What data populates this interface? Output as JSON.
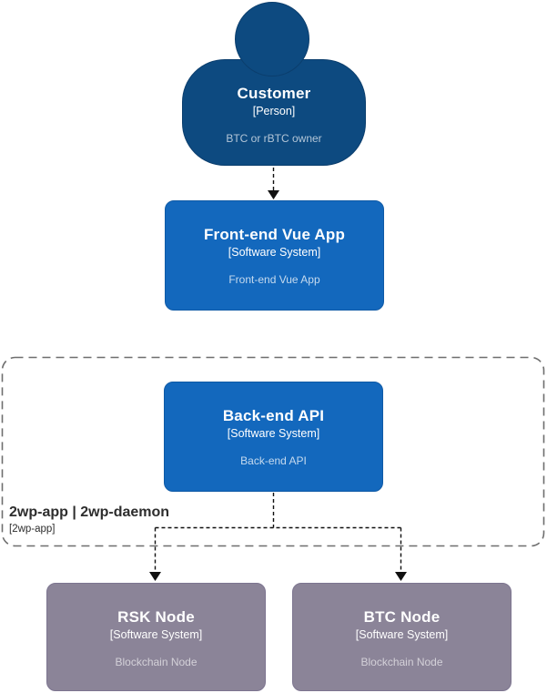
{
  "nodes": {
    "customer": {
      "title": "Customer",
      "meta": "[Person]",
      "description": "BTC or rBTC owner",
      "shape": "person",
      "fill": "#0d4a80"
    },
    "frontend": {
      "title": "Front-end Vue App",
      "meta": "[Software System]",
      "description": "Front-end Vue App",
      "shape": "rounded-box",
      "fill": "#1368bd"
    },
    "backend": {
      "title": "Back-end API",
      "meta": "[Software System]",
      "description": "Back-end API",
      "shape": "rounded-box",
      "fill": "#1368bd"
    },
    "rsk_node": {
      "title": "RSK Node",
      "meta": "[Software System]",
      "description": "Blockchain Node",
      "shape": "rounded-box",
      "fill": "#8b8498"
    },
    "btc_node": {
      "title": "BTC Node",
      "meta": "[Software System]",
      "description": "Blockchain Node",
      "shape": "rounded-box",
      "fill": "#8b8498"
    }
  },
  "boundary": {
    "title": "2wp-app | 2wp-daemon",
    "meta": "[2wp-app]",
    "border_color": "#6e6e6e",
    "text_color": "#2d2d2d"
  },
  "connectors": [
    {
      "from": "customer",
      "to": "frontend",
      "style": "dashed",
      "arrow": "down"
    },
    {
      "from": "backend",
      "to": "rsk_node",
      "style": "dashed",
      "arrow": "down"
    },
    {
      "from": "backend",
      "to": "btc_node",
      "style": "dashed",
      "arrow": "down"
    }
  ],
  "colors": {
    "background": "#ffffff",
    "connector": "#111111",
    "person_fill": "#0d4a80",
    "system_fill": "#1368bd",
    "external_fill": "#8b8498"
  }
}
